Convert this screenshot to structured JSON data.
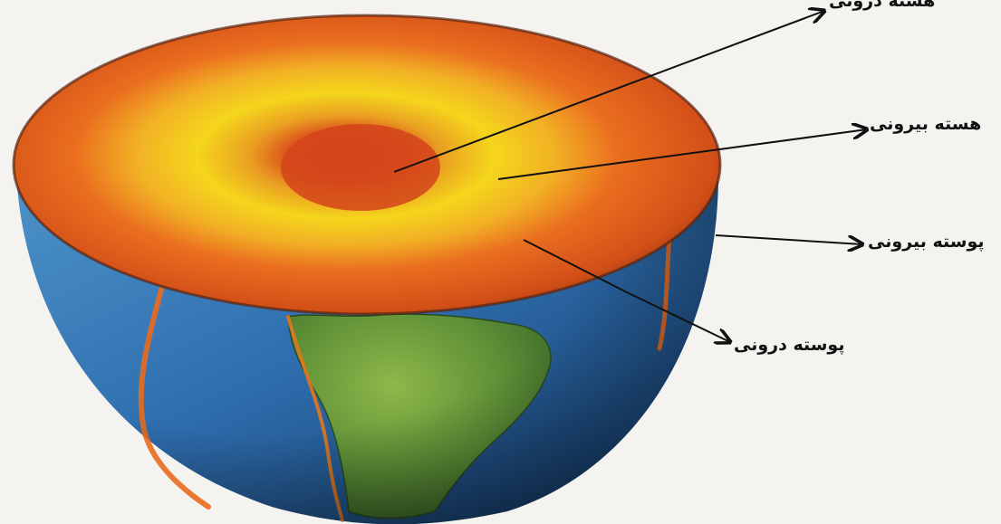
{
  "labels": {
    "inner_core": "هسته درونی",
    "outer_core": "هسته بیرونی",
    "outer_crust": "پوسته بیرونی",
    "inner_crust": "پوسته درونی"
  },
  "colors": {
    "background": "#f4f3ef",
    "ocean": "#2f6fb0",
    "land": "#6a9a3a",
    "mantle_orange": "#e8641e",
    "outer_core_yellow": "#f3d11a",
    "inner_core_red": "#d9461a"
  }
}
